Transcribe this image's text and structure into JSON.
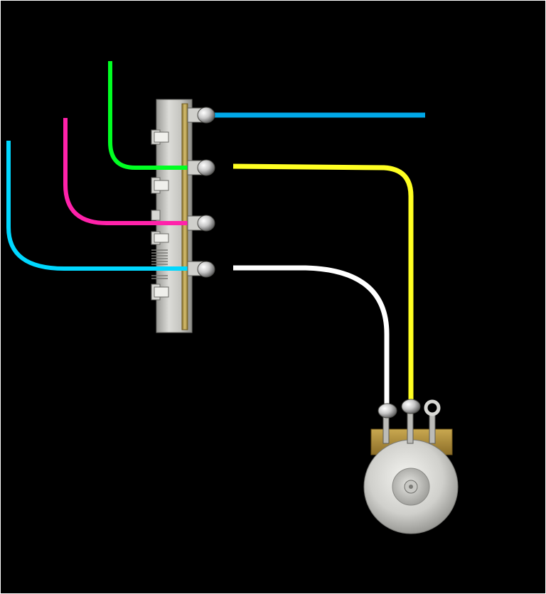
{
  "diagram": {
    "background": "#000000",
    "frame_color": "#ffffff",
    "switch": {
      "body_color": "#c7c7c2",
      "strip_color": "#c8b060",
      "lug_color": "#cfcfcf",
      "lug_count": 4
    },
    "potentiometer": {
      "housing_color": "#d4d4d0",
      "plate_color": "#b0903c",
      "lug_count": 3
    },
    "wires": [
      {
        "id": "blue-top",
        "color": "#00a8e8",
        "from": "switch-lug-1",
        "to": "open-end"
      },
      {
        "id": "green",
        "color": "#00ff22",
        "from": "free-end",
        "to": "switch-lug-2"
      },
      {
        "id": "yellow",
        "color": "#ffff22",
        "from": "switch-lug-2",
        "to": "pot-lug-2"
      },
      {
        "id": "pink",
        "color": "#ff22aa",
        "from": "free-end",
        "to": "switch-lug-3"
      },
      {
        "id": "cyan",
        "color": "#00d8ff",
        "from": "free-end",
        "to": "switch-lug-4"
      },
      {
        "id": "white",
        "color": "#ffffff",
        "from": "switch-lug-4",
        "to": "pot-lug-1"
      }
    ]
  }
}
